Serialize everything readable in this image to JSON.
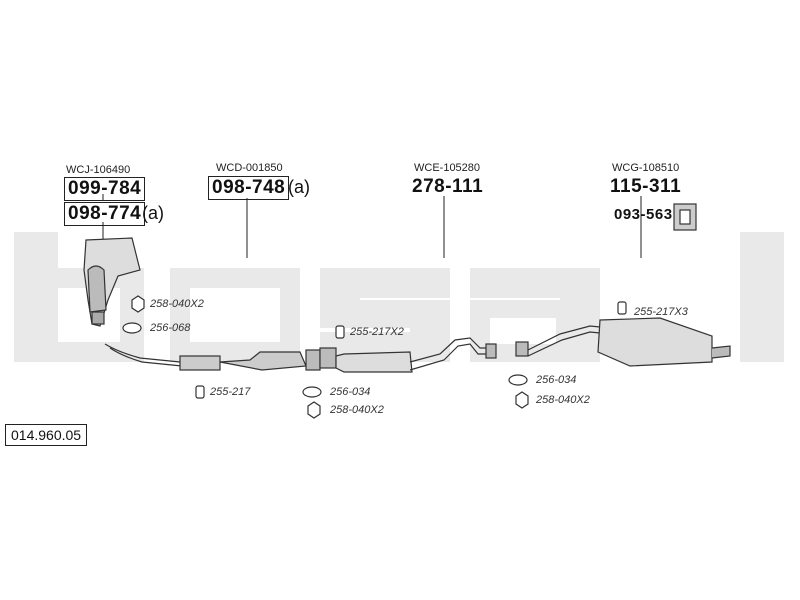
{
  "diagram_code": "014.960.05",
  "brand_watermark": "bosal",
  "columns": [
    {
      "ref": "WCJ-106490",
      "parts": [
        "099-784",
        "098-774"
      ],
      "suffix": "(a)"
    },
    {
      "ref": "WCD-001850",
      "parts": [
        "098-748"
      ],
      "suffix": "(a)"
    },
    {
      "ref": "WCE-105280",
      "parts": [
        "278-111"
      ]
    },
    {
      "ref": "WCG-108510",
      "parts": [
        "115-311",
        "093-563"
      ]
    }
  ],
  "hardware": [
    {
      "label": "258-040X2",
      "icon": "nut-icon"
    },
    {
      "label": "256-068",
      "icon": "gasket-icon"
    },
    {
      "label": "255-217",
      "icon": "clamp-icon"
    },
    {
      "label": "255-217X2",
      "icon": "clamp-icon"
    },
    {
      "label": "256-034",
      "icon": "gasket-icon"
    },
    {
      "label": "258-040X2",
      "icon": "nut-icon"
    },
    {
      "label": "256-034",
      "icon": "gasket-icon"
    },
    {
      "label": "258-040X2",
      "icon": "nut-icon"
    },
    {
      "label": "255-217X3",
      "icon": "clamp-icon"
    }
  ]
}
